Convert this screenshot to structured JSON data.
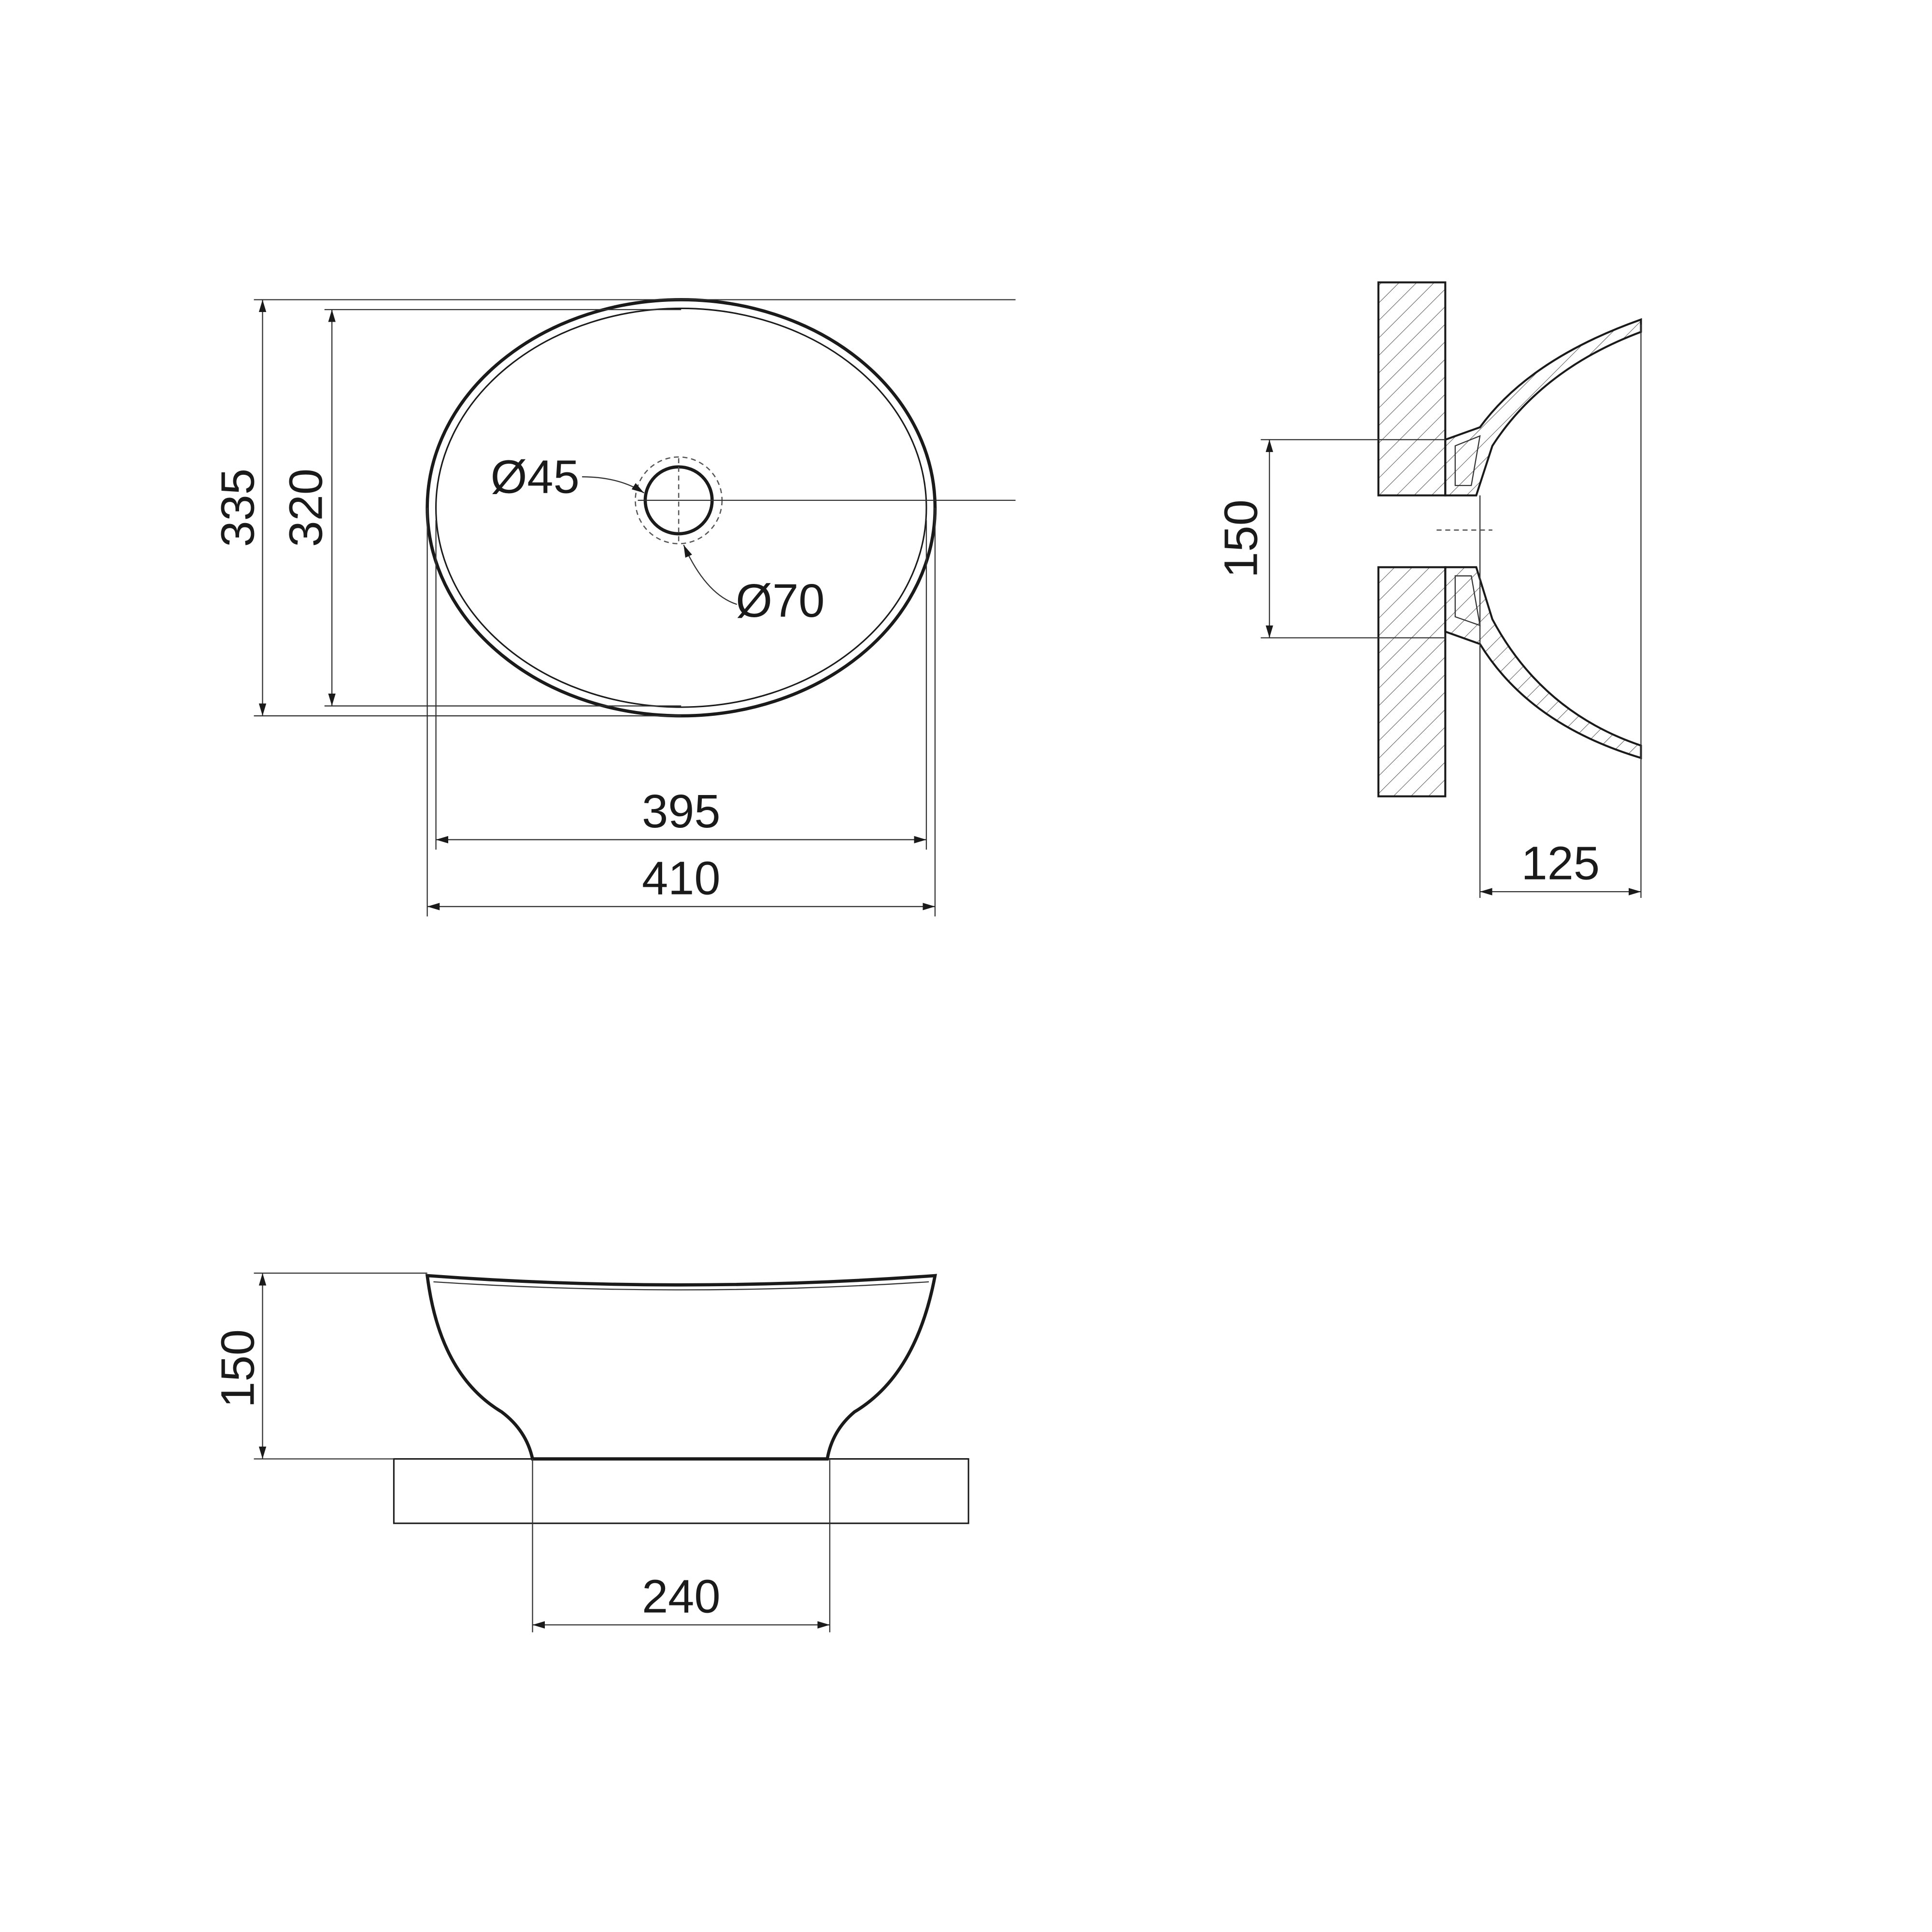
{
  "top_view": {
    "dim_overall_depth": "335",
    "dim_inner_depth": "320",
    "dim_inner_width": "395",
    "dim_overall_width": "410",
    "dim_drain_hole": "Ø45",
    "dim_drain_outer": "Ø70"
  },
  "side_view": {
    "dim_mount_height": "150",
    "dim_projection": "125"
  },
  "front_view": {
    "dim_height": "150",
    "dim_base_width": "240"
  }
}
